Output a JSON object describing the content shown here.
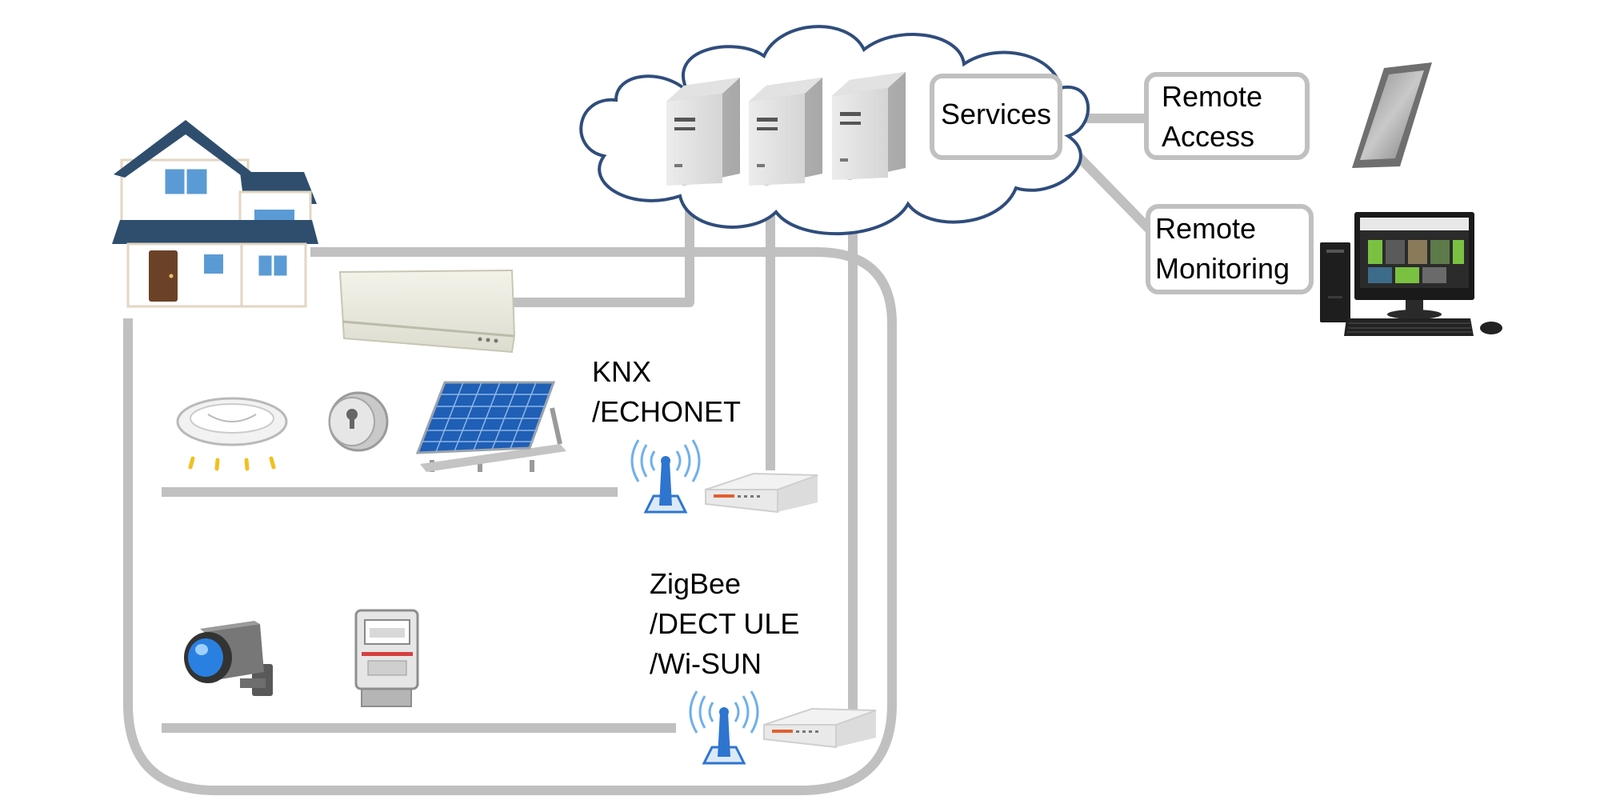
{
  "services": {
    "label": "Services"
  },
  "remote_access": {
    "lines": [
      "Remote",
      "Access"
    ]
  },
  "remote_monitoring": {
    "lines": [
      "Remote",
      "Monitoring"
    ]
  },
  "knx_label": {
    "lines": [
      "KNX",
      "/ECHONET"
    ]
  },
  "zigbee_label": {
    "lines": [
      "ZigBee",
      "/DECT ULE",
      "/Wi-SUN"
    ]
  },
  "icons": {
    "house": "house-icon",
    "cloud": "cloud-icon",
    "servers": [
      "server-icon",
      "server-icon",
      "server-icon"
    ],
    "air_conditioner": "air-conditioner-icon",
    "ceiling_light": "ceiling-light-icon",
    "door_lock": "door-lock-icon",
    "solar_panel": "solar-panel-icon",
    "security_camera": "security-camera-icon",
    "smart_meter": "smart-meter-icon",
    "wireless_antennas": [
      "wireless-antenna-icon",
      "wireless-antenna-icon"
    ],
    "gateways": [
      "gateway-router-icon",
      "gateway-router-icon"
    ],
    "tablet": "tablet-icon",
    "desktop_pc": "desktop-computer-icon"
  },
  "colors": {
    "connector": "#c0c0c0",
    "cloud_outline": "#2f4d7c",
    "roof": "#2f4e6e",
    "window": "#5b9bd5",
    "door": "#6b4228",
    "solar": "#1f5fb5",
    "antenna": "#2e75d0",
    "light_ray": "#f0c020",
    "camera_lens": "#2a80e0",
    "screen_green": "#7ac142"
  }
}
